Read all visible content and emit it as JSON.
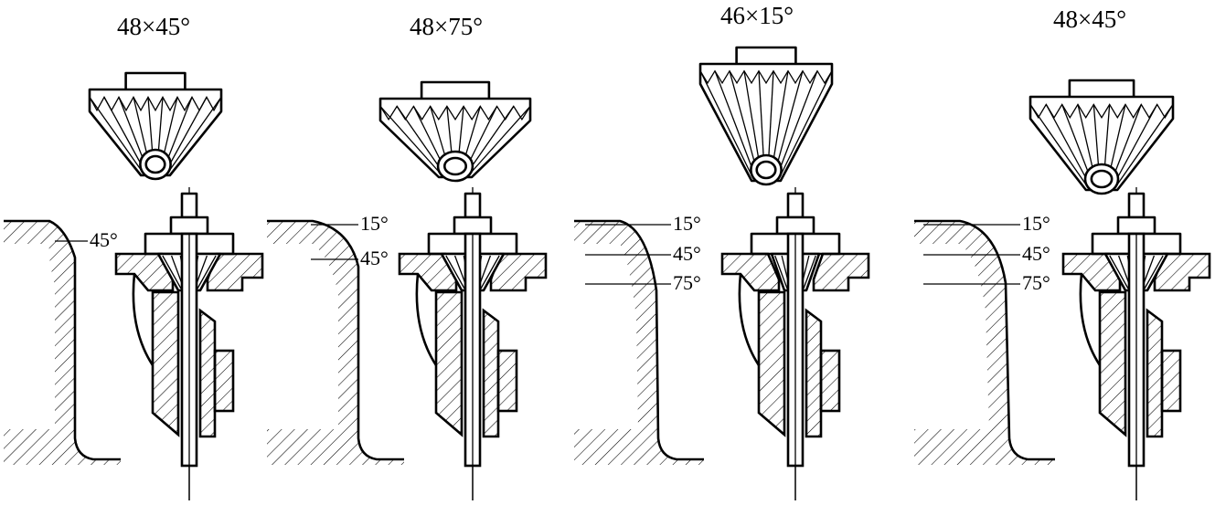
{
  "panels": [
    {
      "title": "48×45°",
      "angles": [
        "45°"
      ]
    },
    {
      "title": "48×75°",
      "angles": [
        "15°",
        "45°"
      ]
    },
    {
      "title": "46×15°",
      "angles": [
        "15°",
        "45°",
        "75°"
      ]
    },
    {
      "title": "48×45°",
      "angles": [
        "15°",
        "45°",
        "75°"
      ]
    }
  ]
}
